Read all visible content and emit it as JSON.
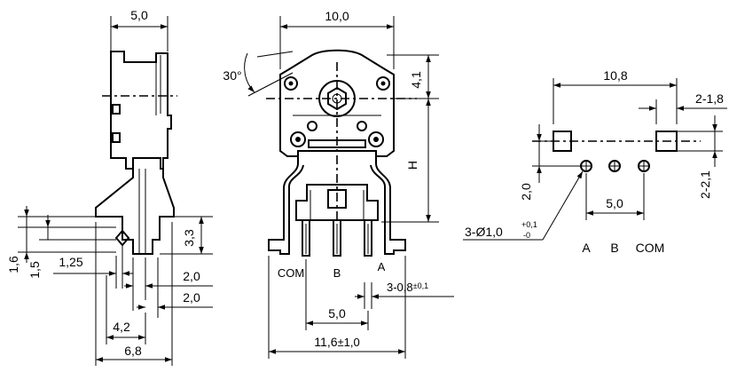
{
  "side_view": {
    "width_top": "5,0",
    "dim_1_6": "1,6",
    "dim_1_5": "1,5",
    "dim_1_25": "1,25",
    "dim_3_3": "3,3",
    "dim_2_0_a": "2,0",
    "dim_2_0_b": "2,0",
    "dim_4_2": "4,2",
    "dim_6_8": "6,8"
  },
  "front_view": {
    "width_top": "10,0",
    "angle": "30°",
    "dim_4_1": "4,1",
    "height_label": "H",
    "pin_labels": [
      "COM",
      "B",
      "A"
    ],
    "pin_thickness": "3-0,8",
    "pin_thickness_tol": "±0,1",
    "pin_pitch": "5,0",
    "overall_width": "11,6",
    "overall_width_tol": "±1,0"
  },
  "footprint": {
    "width": "10,8",
    "pad_size_label": "2-1,8",
    "pad_height_label": "2-2,1",
    "row_offset": "2,0",
    "hole_prefix": "3-",
    "hole_symbol": "Ø",
    "hole_dia": "1,0",
    "hole_tol_plus": "+0,1",
    "hole_tol_minus": "-0",
    "pin_pitch": "5,0",
    "pin_labels": [
      "A",
      "B",
      "COM"
    ]
  }
}
